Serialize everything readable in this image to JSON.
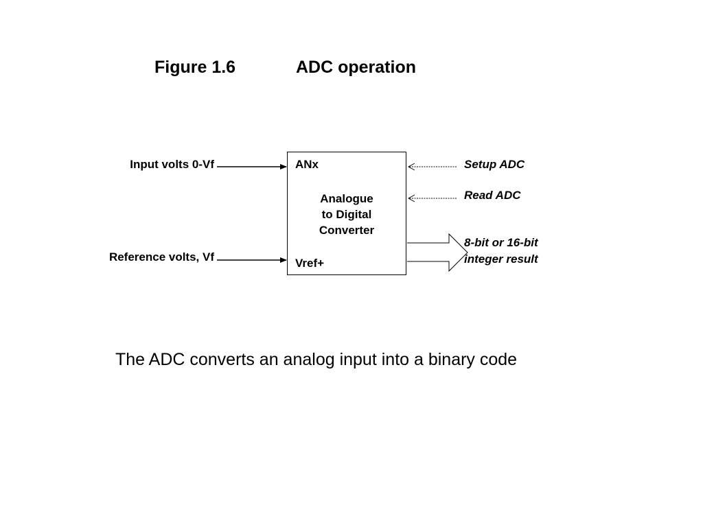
{
  "figure": {
    "number": "Figure 1.6",
    "title": "ADC operation"
  },
  "inputs": {
    "input_volts": "Input volts 0-Vf",
    "reference_volts": "Reference volts, Vf"
  },
  "adc": {
    "pin_top": "ANx",
    "pin_bottom": "Vref+",
    "name_lines": [
      "Analogue",
      "to Digital",
      "Converter"
    ]
  },
  "controls": {
    "setup": "Setup ADC",
    "read": "Read ADC"
  },
  "output": {
    "lines": [
      "8-bit or 16-bit",
      "integer result"
    ]
  },
  "caption": "The ADC converts an analog input into a binary code"
}
